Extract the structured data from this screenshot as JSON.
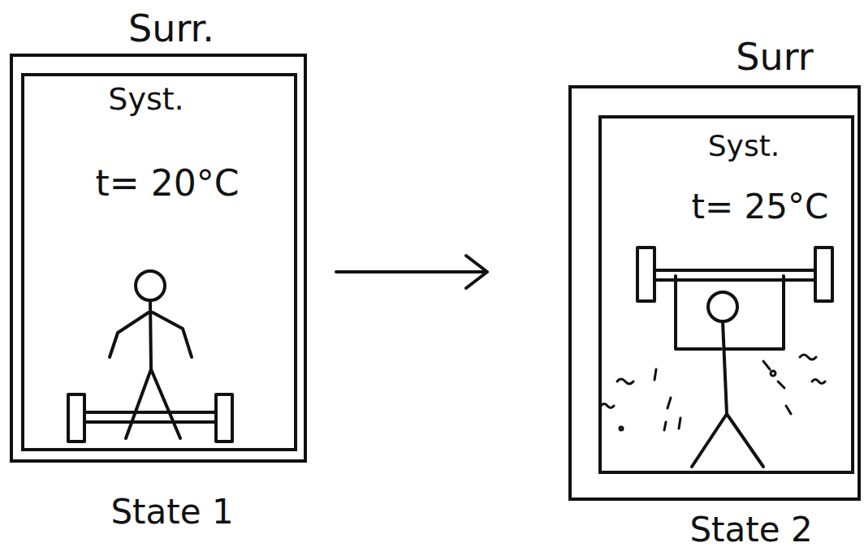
{
  "diagram": {
    "nodes": [
      {
        "text": [
          "Surr."
        ]
      },
      {
        "text": [
          "Syst.",
          "t= 20°C"
        ],
        "in": 0
      },
      {
        "text": [
          "Surr"
        ]
      },
      {
        "text": [
          "Syst.",
          "t= 25°C"
        ],
        "in": 2
      }
    ],
    "edges": [
      {
        "from": 0,
        "to": 2,
        "arrow": "to"
      }
    ],
    "labels": [
      "State 1",
      "State 2"
    ]
  }
}
